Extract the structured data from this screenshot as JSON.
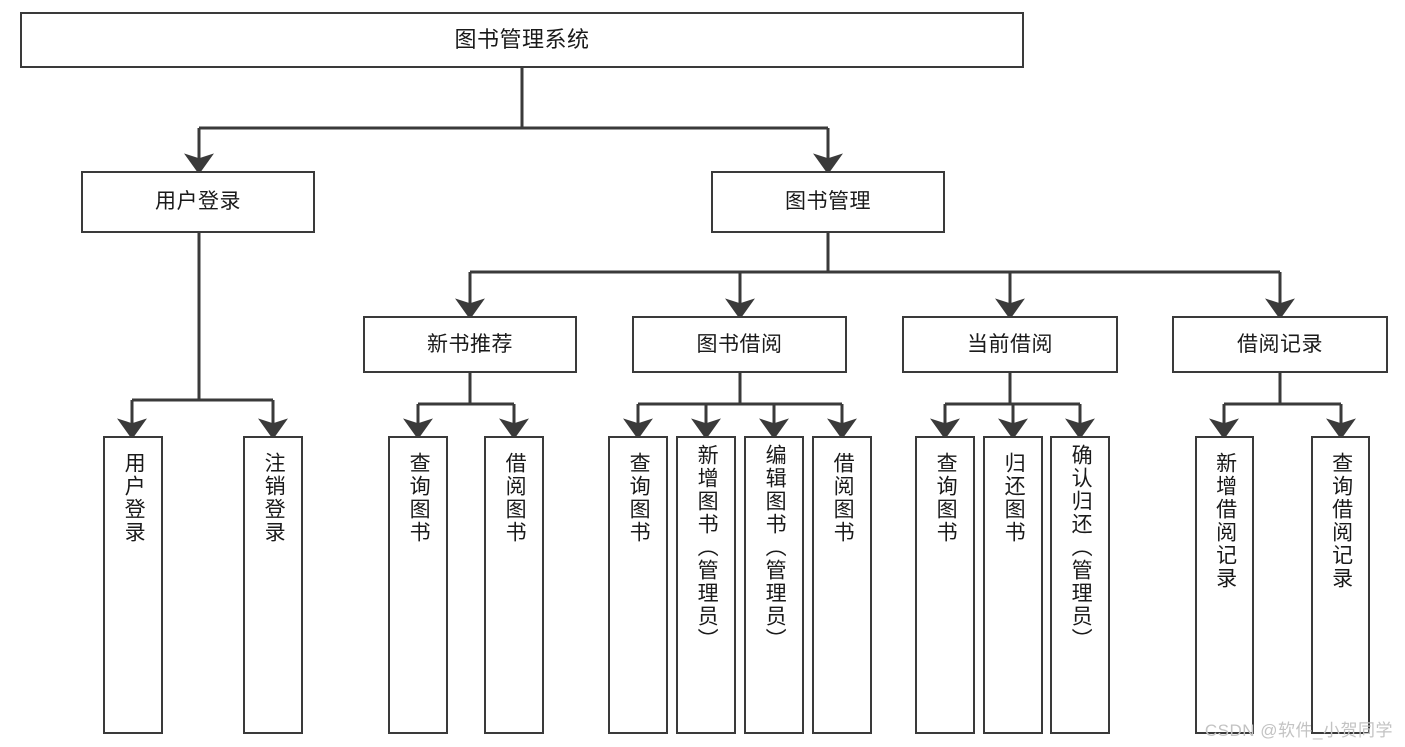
{
  "diagram": {
    "title": "图书管理系统",
    "type": "tree-hierarchy-chart",
    "colors": {
      "box_border": "#3a3a3a",
      "box_fill": "#ffffff",
      "connector": "#3a3a3a",
      "text": "#1a1a1a",
      "watermark": "#c3c3c3",
      "background": "#ffffff"
    },
    "root": {
      "label": "图书管理系统"
    },
    "level2": [
      {
        "label": "用户登录"
      },
      {
        "label": "图书管理"
      }
    ],
    "level3": [
      {
        "label": "新书推荐"
      },
      {
        "label": "图书借阅"
      },
      {
        "label": "当前借阅"
      },
      {
        "label": "借阅记录"
      }
    ],
    "leaves": {
      "user_login": [
        {
          "label": "用户登录"
        },
        {
          "label": "注销登录"
        }
      ],
      "new_book_recommend": [
        {
          "label": "查询图书"
        },
        {
          "label": "借阅图书"
        }
      ],
      "book_borrow": [
        {
          "label": "查询图书"
        },
        {
          "label": "新增图书（管理员）"
        },
        {
          "label": "编辑图书（管理员）"
        },
        {
          "label": "借阅图书"
        }
      ],
      "current_borrow": [
        {
          "label": "查询图书"
        },
        {
          "label": "归还图书"
        },
        {
          "label": "确认归还（管理员）"
        }
      ],
      "borrow_records": [
        {
          "label": "新增借阅记录"
        },
        {
          "label": "查询借阅记录"
        }
      ]
    },
    "watermark": "CSDN @软件_小贺同学"
  }
}
